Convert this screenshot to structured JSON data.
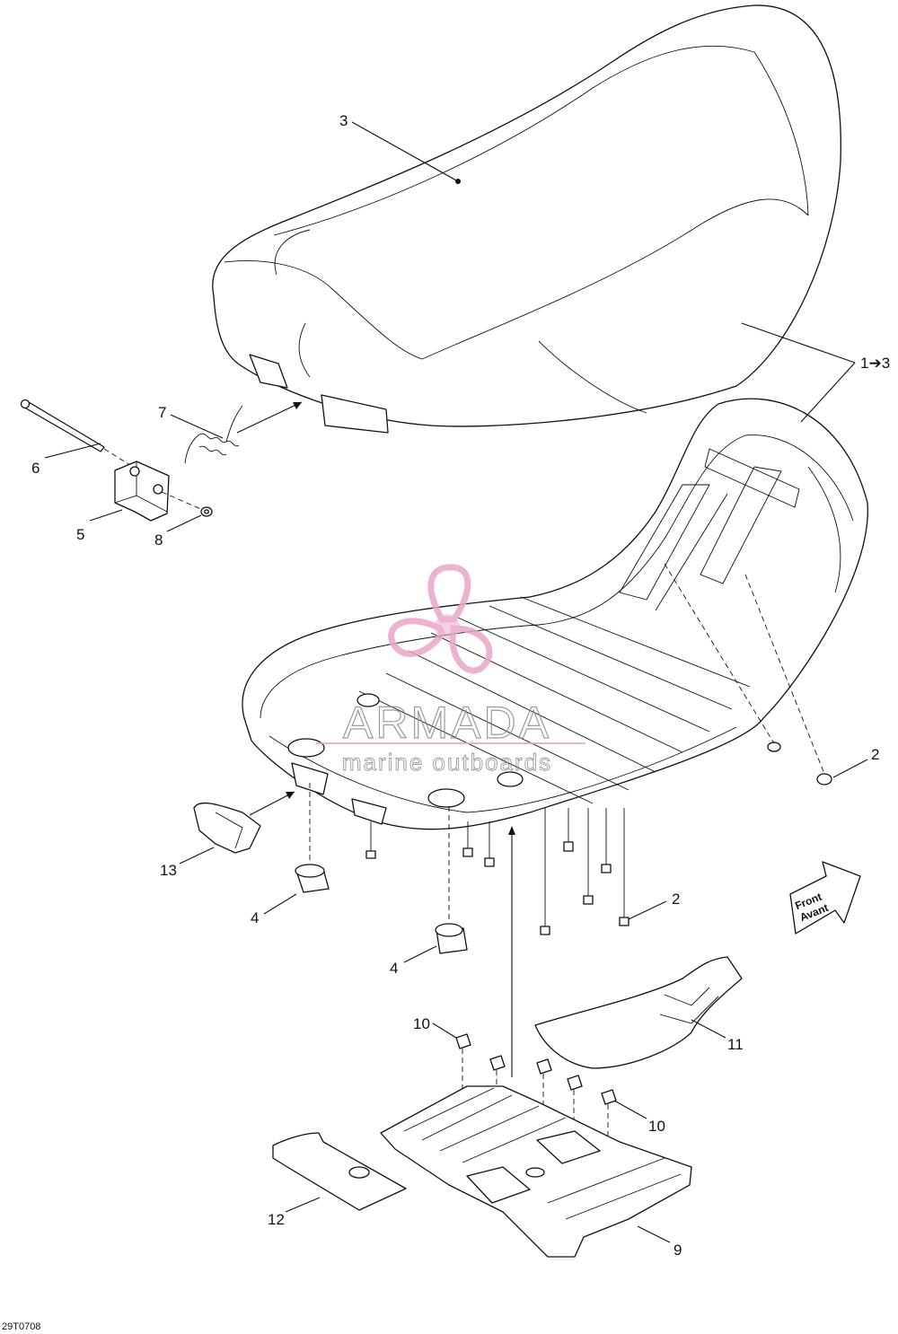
{
  "diagram": {
    "callouts": [
      {
        "id": "c3",
        "label": "3"
      },
      {
        "id": "c1to3",
        "label": "1➔3"
      },
      {
        "id": "c7",
        "label": "7"
      },
      {
        "id": "c6",
        "label": "6"
      },
      {
        "id": "c5",
        "label": "5"
      },
      {
        "id": "c8",
        "label": "8"
      },
      {
        "id": "c2a",
        "label": "2"
      },
      {
        "id": "c2b",
        "label": "2"
      },
      {
        "id": "c13",
        "label": "13"
      },
      {
        "id": "c4a",
        "label": "4"
      },
      {
        "id": "c4b",
        "label": "4"
      },
      {
        "id": "c10a",
        "label": "10"
      },
      {
        "id": "c10b",
        "label": "10"
      },
      {
        "id": "c11",
        "label": "11"
      },
      {
        "id": "c12",
        "label": "12"
      },
      {
        "id": "c9",
        "label": "9"
      }
    ],
    "front_arrow": {
      "line1": "Front",
      "line2": "Avant"
    },
    "drawing_code": "29T0708"
  },
  "watermark": {
    "brand": "ARMADA",
    "tagline": "marine outboards",
    "colors": {
      "logo": "#e8a6c8",
      "text": "#8a8a8a"
    }
  },
  "colors": {
    "line": "#111111",
    "background": "#ffffff"
  }
}
